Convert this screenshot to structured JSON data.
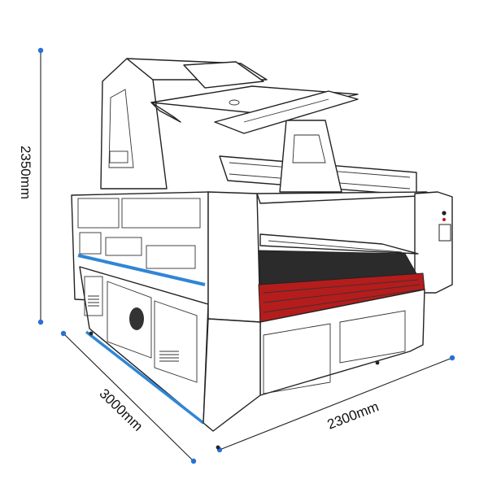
{
  "dimensions": {
    "height_label": "2350mm",
    "depth_label": "3000mm",
    "width_label": "2300mm"
  },
  "colors": {
    "stripe": "#2f86d6",
    "conveyor": "#b51c1c",
    "dimension_dot": "#2a6fd6",
    "outline": "#222222"
  }
}
